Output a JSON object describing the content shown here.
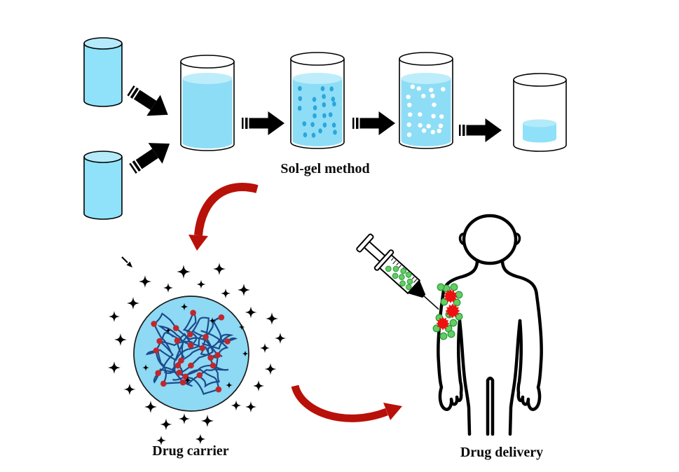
{
  "labels": {
    "sol_gel": "Sol-gel method",
    "drug_carrier": "Drug carrier",
    "drug_delivery": "Drug delivery"
  },
  "colors": {
    "liquid": "#8EDDF6",
    "liquid_surface": "#BDEDFA",
    "vial_fill": "#8FE2FA",
    "vial_top": "#B5EAFB",
    "sol_dot": "#2AA7DB",
    "gel_dot": "#FFFFFF",
    "xerogel_fill": "#8EE1F8",
    "xerogel_top": "#B3EAF9",
    "glass_outline": "#000000",
    "arrow_black": "#000000",
    "arrow_red": "#B81109",
    "carrier_fill": "#8ED9F3",
    "carrier_outline": "#1A1A1A",
    "polymer_chain": "#1C4B8C",
    "drug_dot": "#C1272D",
    "star": "#000000",
    "particle_green": "#63CE63",
    "particle_green_stroke": "#2E9E3E",
    "particle_red": "#EE1111",
    "body_outline": "#000000"
  },
  "icons": {
    "vial": "cyan reagent cylinder",
    "beaker": "glass beaker with liquid",
    "striped-arrow": "black striped right arrow",
    "curved-arrow": "red curved swoosh arrow",
    "star": "four-point black star",
    "pointer-arrow": "small black pointer arrow",
    "syringe": "syringe filled with green particles",
    "human-figure": "human body outline",
    "virus": "red spiky particle"
  }
}
